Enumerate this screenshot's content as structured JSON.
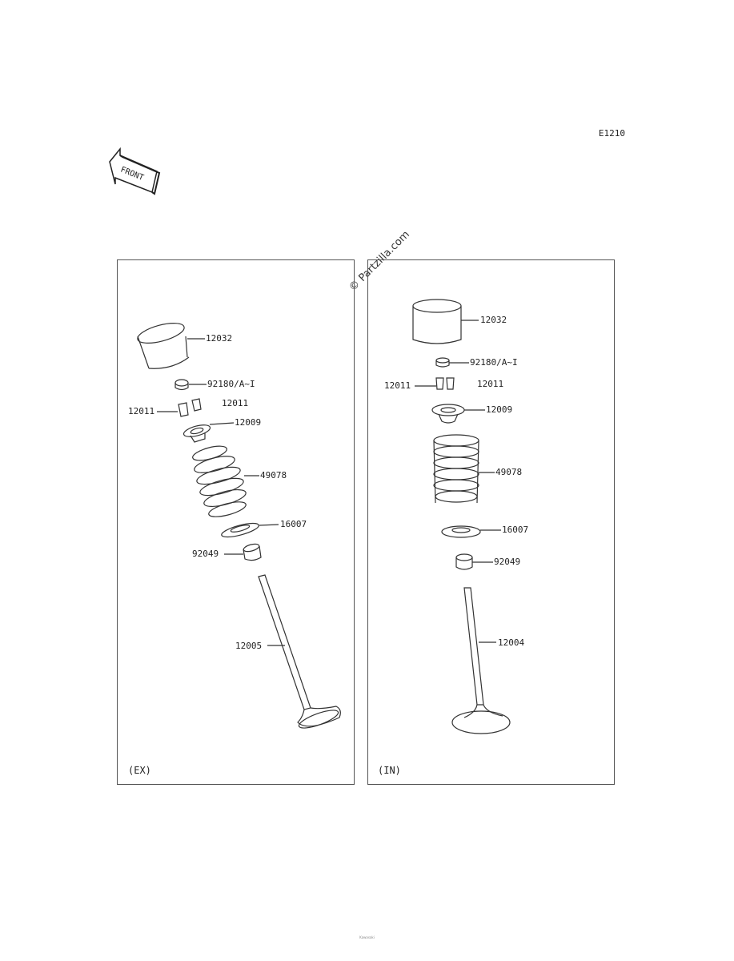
{
  "diagram_code": "E1210",
  "front_label": "FRONT",
  "watermark": "© Partzilla.com",
  "panels": {
    "ex": {
      "label": "(EX)",
      "parts": {
        "tappet": "12032",
        "shim": "92180/A~I",
        "keeper_left": "12011",
        "keeper_right": "12011",
        "retainer": "12009",
        "spring": "49078",
        "seat": "16007",
        "seal": "92049",
        "valve": "12005"
      }
    },
    "in": {
      "label": "(IN)",
      "parts": {
        "tappet": "12032",
        "shim": "92180/A~I",
        "keeper_left": "12011",
        "keeper_right": "12011",
        "retainer": "12009",
        "spring": "49078",
        "seat": "16007",
        "seal": "92049",
        "valve": "12004"
      }
    }
  },
  "footer": {
    "line1": "Kawasaki",
    "line2": ""
  }
}
